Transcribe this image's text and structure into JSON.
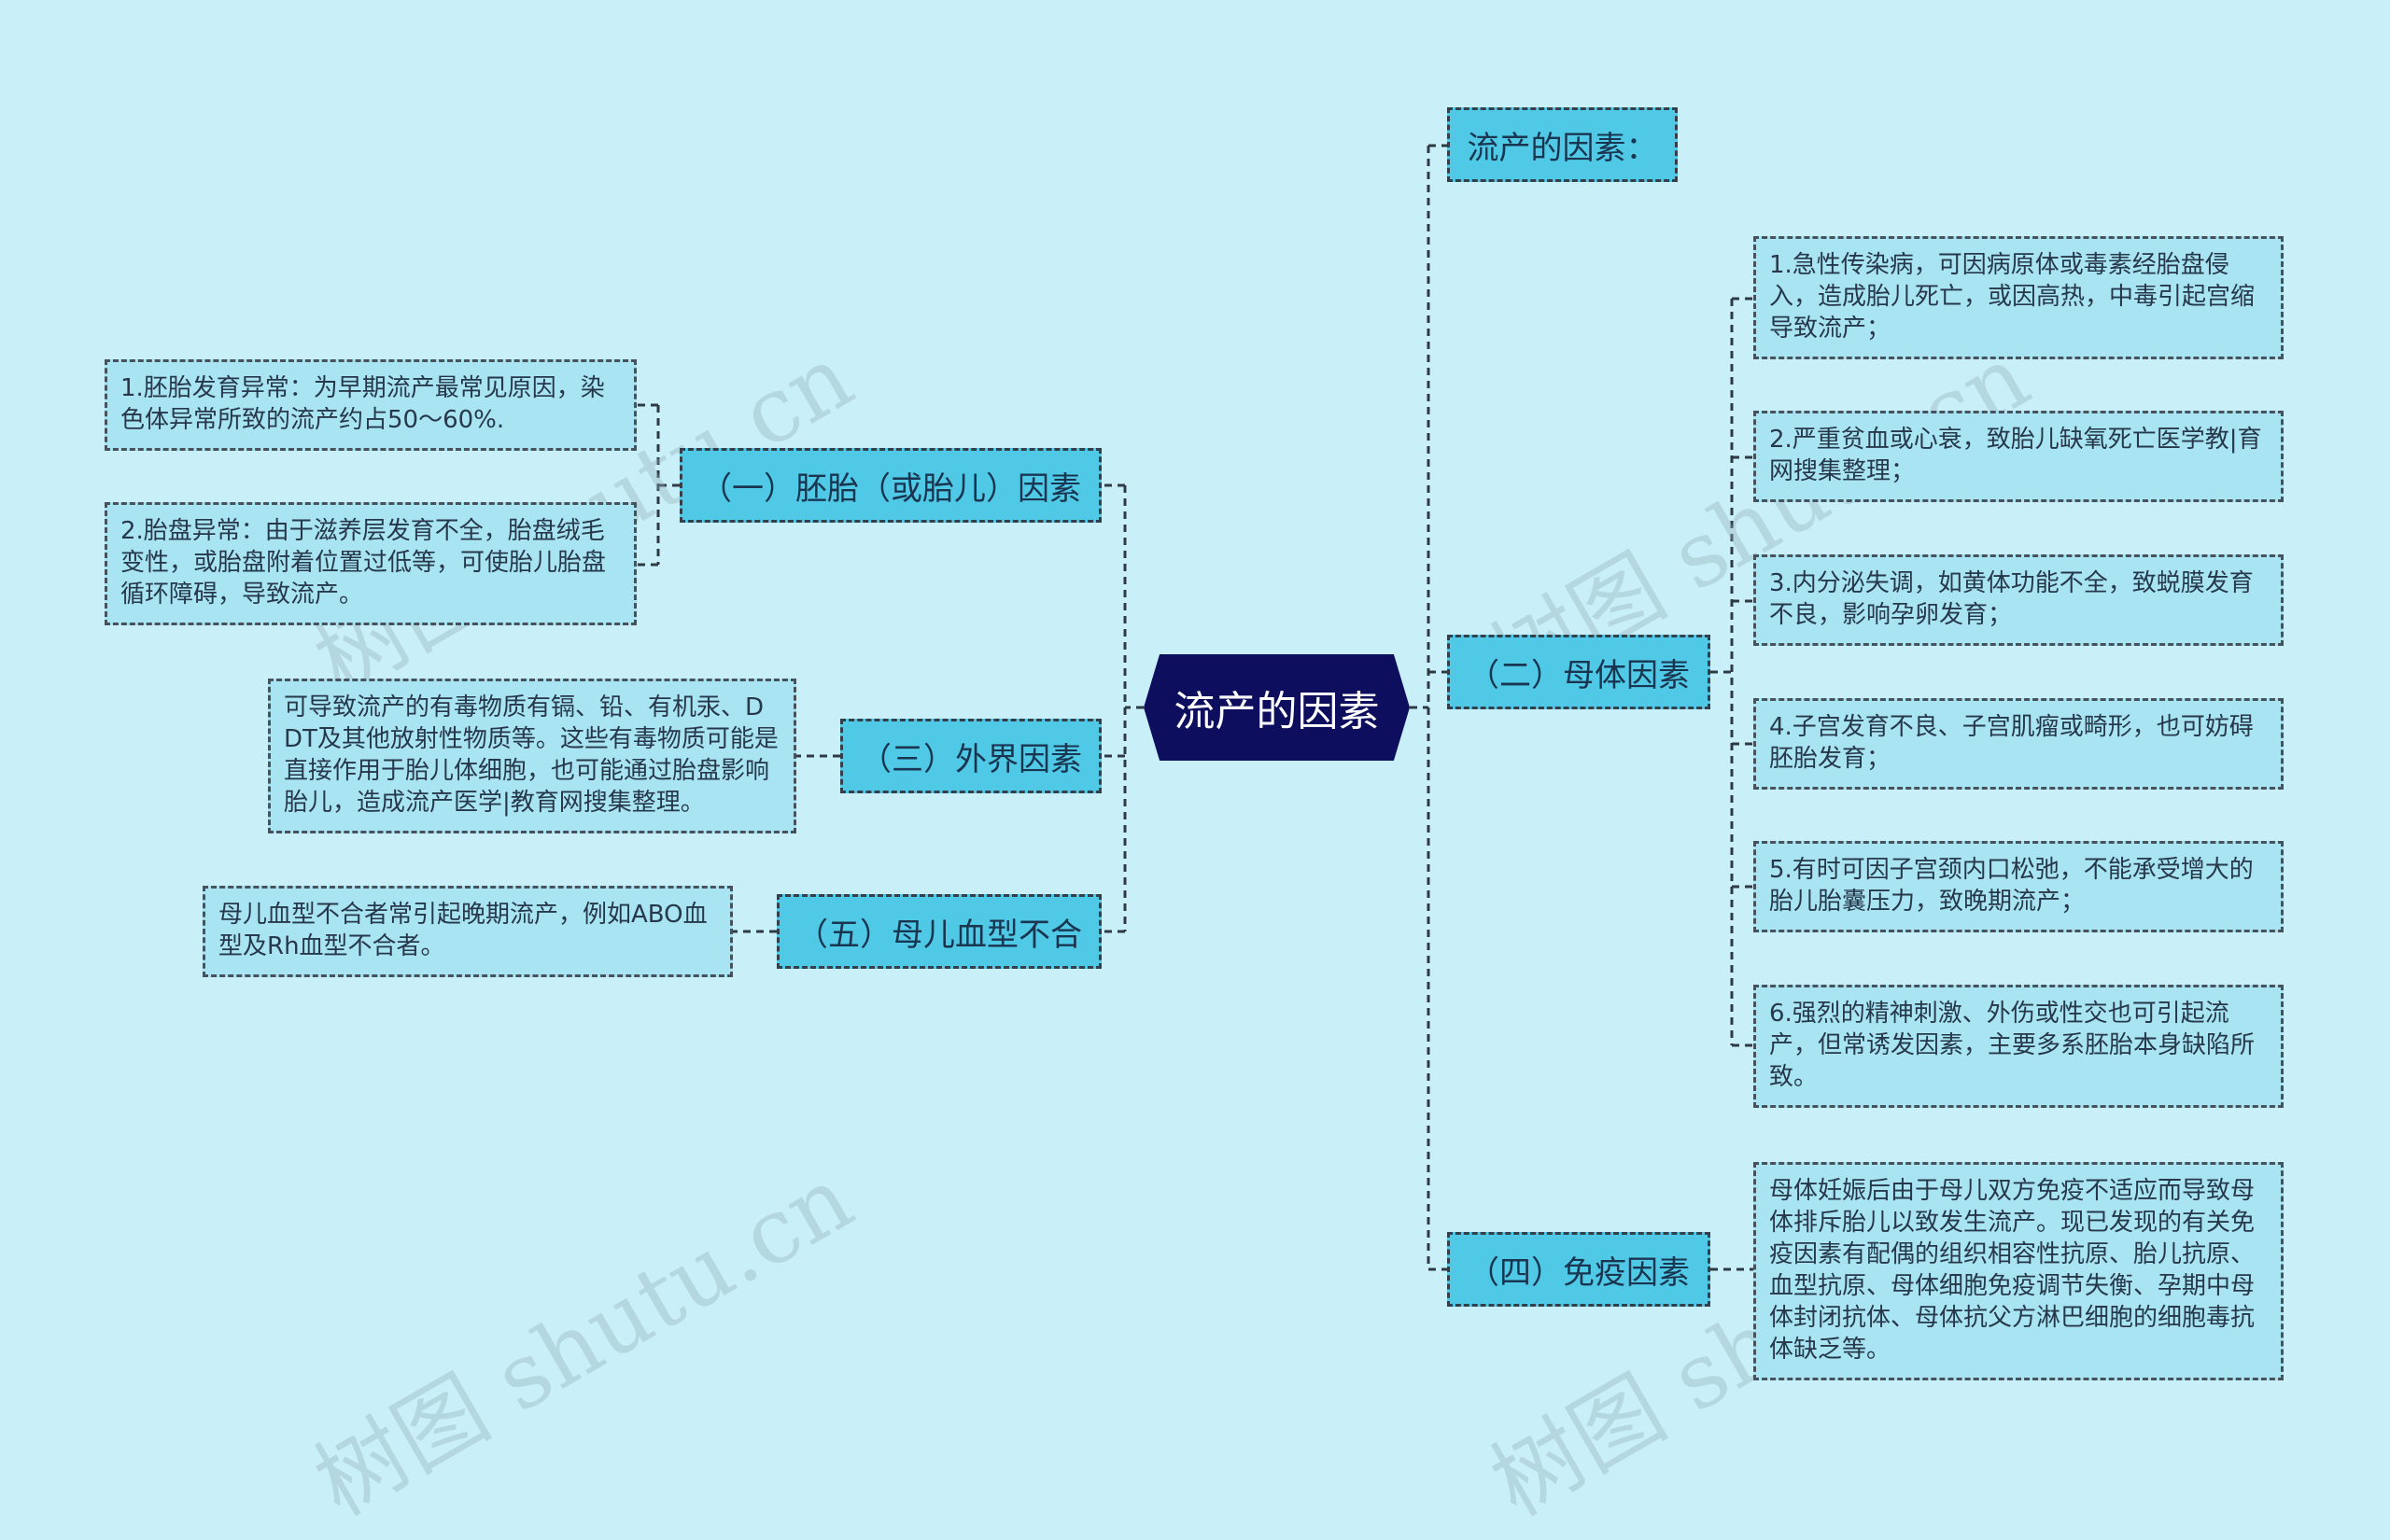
{
  "root": {
    "label": "流产的因素"
  },
  "watermark": "树图 shutu.cn",
  "branches": {
    "intro": {
      "label": "流产的因素："
    },
    "embryo": {
      "label": "（一）胚胎（或胎儿）因素"
    },
    "external": {
      "label": "（三）外界因素"
    },
    "blood": {
      "label": "（五）母儿血型不合"
    },
    "maternal": {
      "label": "（二）母体因素"
    },
    "immune": {
      "label": "（四）免疫因素"
    }
  },
  "leaves": {
    "embryo_1": "1.胚胎发育异常：为早期流产最常见原因，染色体异常所致的流产约占50～60%.",
    "embryo_2": "2.胎盘异常：由于滋养层发育不全，胎盘绒毛变性，或胎盘附着位置过低等，可使胎儿胎盘循环障碍，导致流产。",
    "external_1": "可导致流产的有毒物质有镉、铅、有机汞、DDT及其他放射性物质等。这些有毒物质可能是直接作用于胎儿体细胞，也可能通过胎盘影响胎儿，造成流产医学|教育网搜集整理。",
    "blood_1": "母儿血型不合者常引起晚期流产，例如ABO血型及Rh血型不合者。",
    "maternal_1": "1.急性传染病，可因病原体或毒素经胎盘侵入，造成胎儿死亡，或因高热，中毒引起宫缩导致流产；",
    "maternal_2": "2.严重贫血或心衰，致胎儿缺氧死亡医学教|育网搜集整理；",
    "maternal_3": "3.内分泌失调，如黄体功能不全，致蜕膜发育不良，影响孕卵发育；",
    "maternal_4": "4.子宫发育不良、子宫肌瘤或畸形，也可妨碍胚胎发育；",
    "maternal_5": "5.有时可因子宫颈内口松弛，不能承受增大的胎儿胎囊压力，致晚期流产；",
    "maternal_6": "6.强烈的精神刺激、外伤或性交也可引起流产，但常诱发因素，主要多系胚胎本身缺陷所致。",
    "immune_1": "母体妊娠后由于母儿双方免疫不适应而导致母体排斥胎儿以致发生流产。现已发现的有关免疫因素有配偶的组织相容性抗原、胎儿抗原、血型抗原、母体细胞免疫调节失衡、孕期中母体封闭抗体、母体抗父方淋巴细胞的细胞毒抗体缺乏等。"
  },
  "colors": {
    "background": "#c9f0f8",
    "root": "#0e0e5e",
    "branch": "#4fc9e6",
    "leaf": "#a8e4f2",
    "connector": "#2e3a44"
  }
}
